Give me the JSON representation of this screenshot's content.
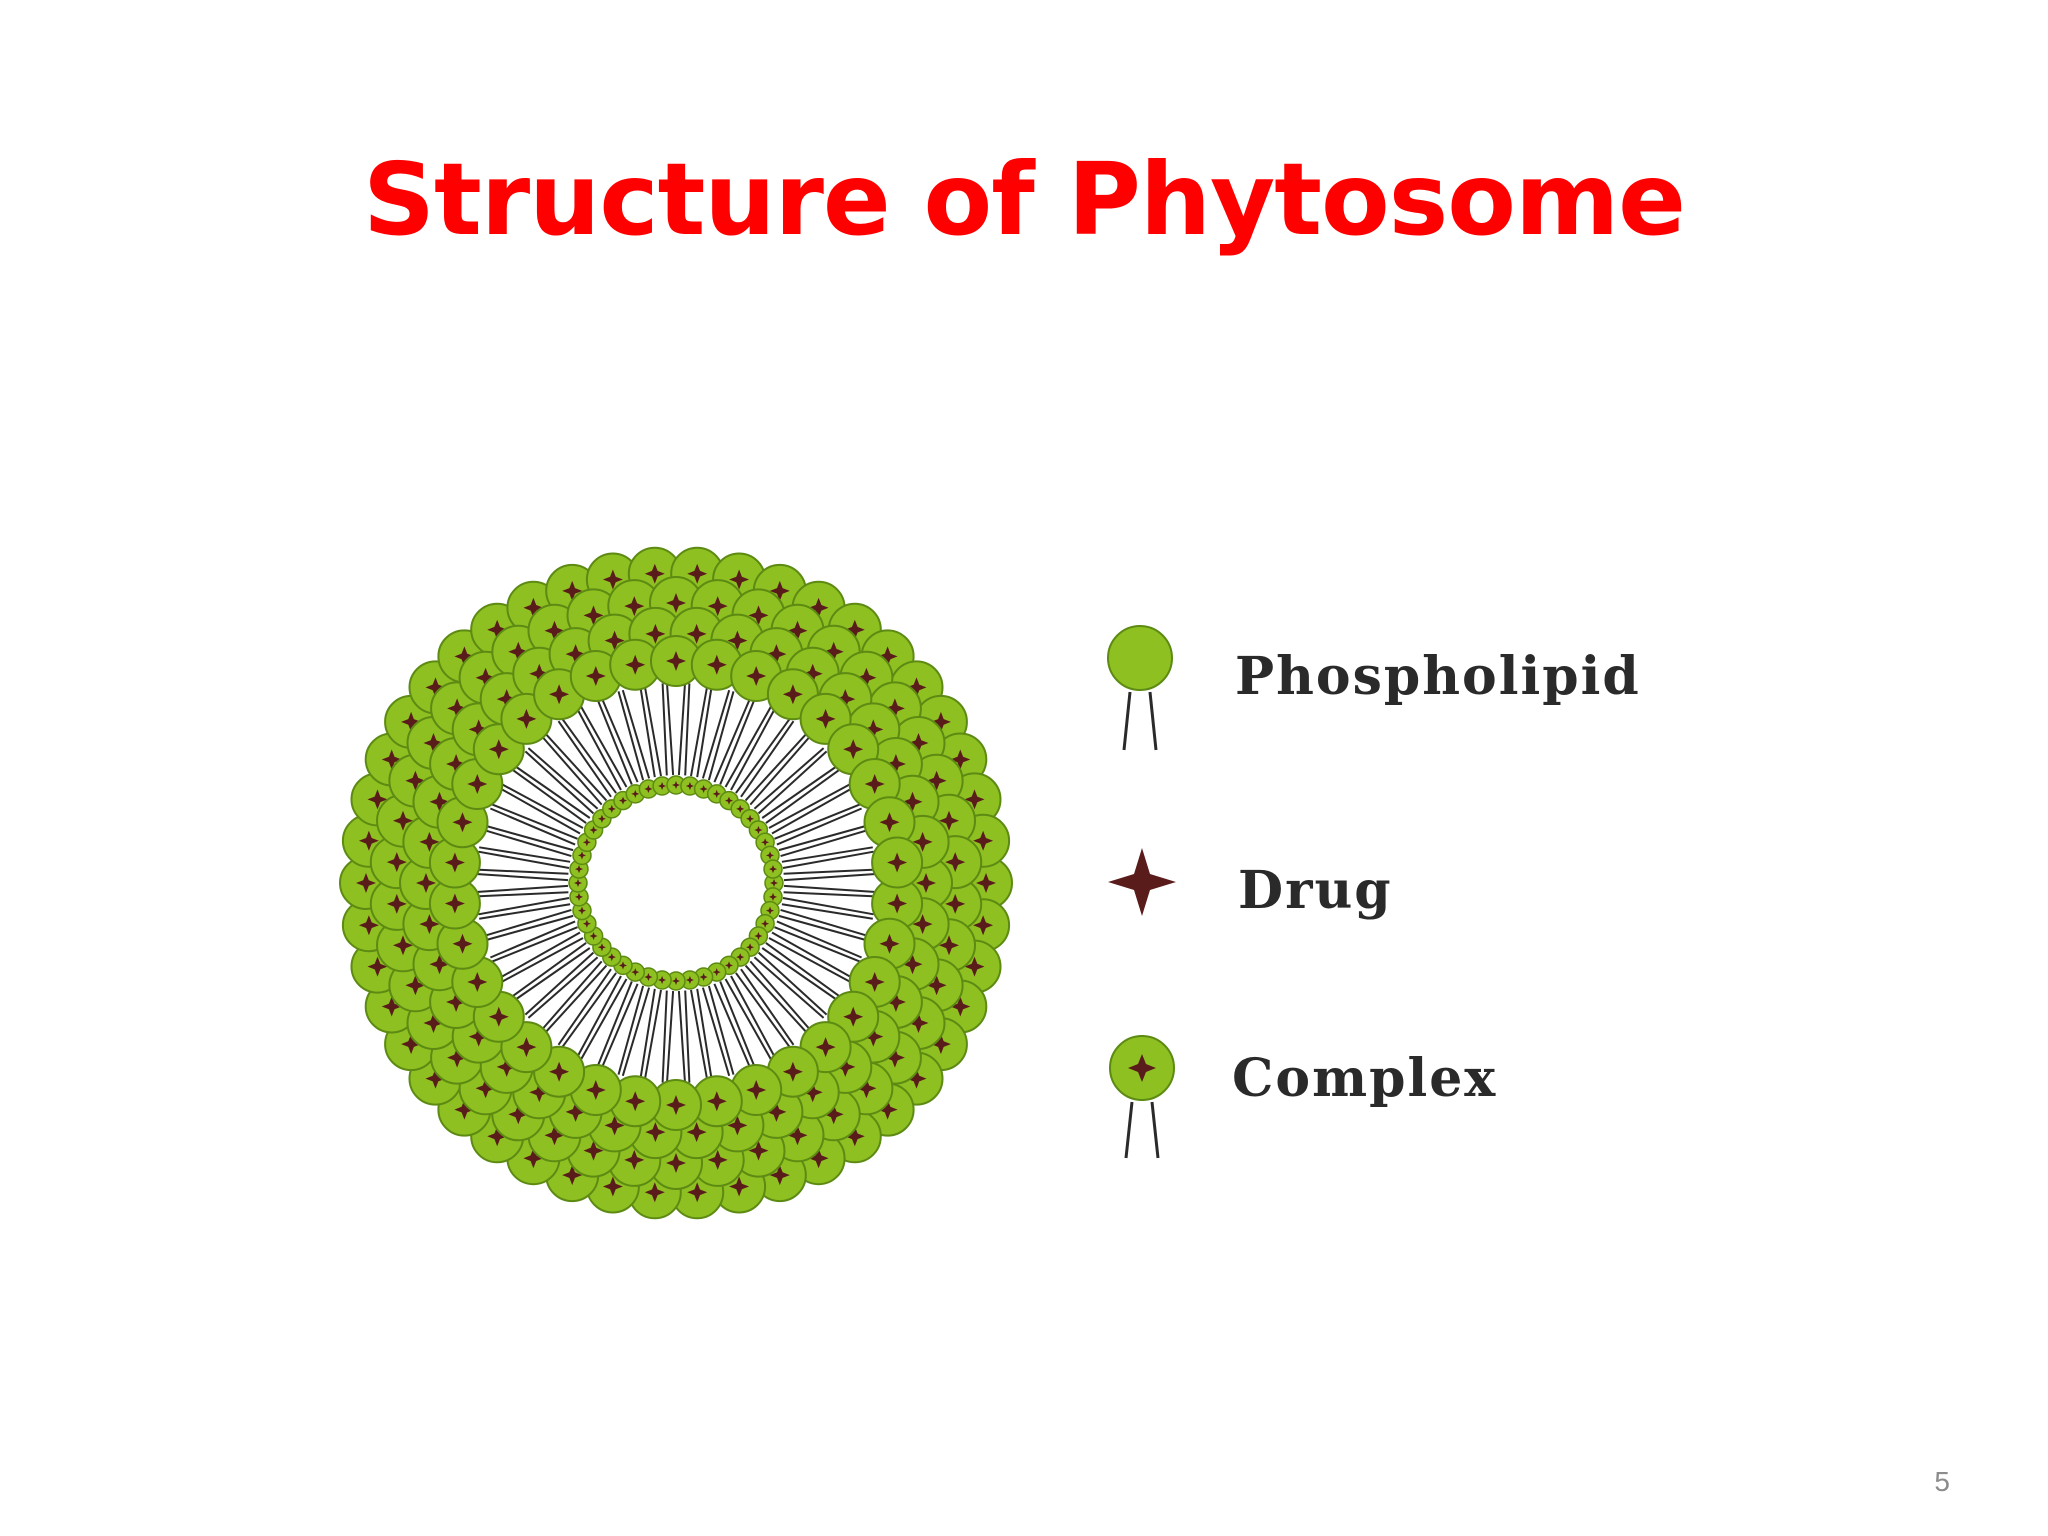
{
  "slide": {
    "title": "Structure of Phytosome",
    "page_number": "5"
  },
  "legend": {
    "phospholipid": "Phospholipid",
    "drug": "Drug",
    "complex": "Complex"
  },
  "colors": {
    "title": "#ff0000",
    "head_fill": "#8ec021",
    "head_stroke": "#5c8a12",
    "drug": "#5a1b1b",
    "tail": "#2a2a2a",
    "label": "#2a2a2a"
  },
  "icons": {
    "phospholipid": "phospholipid-icon",
    "drug": "drug-star-icon",
    "complex": "complex-icon"
  }
}
